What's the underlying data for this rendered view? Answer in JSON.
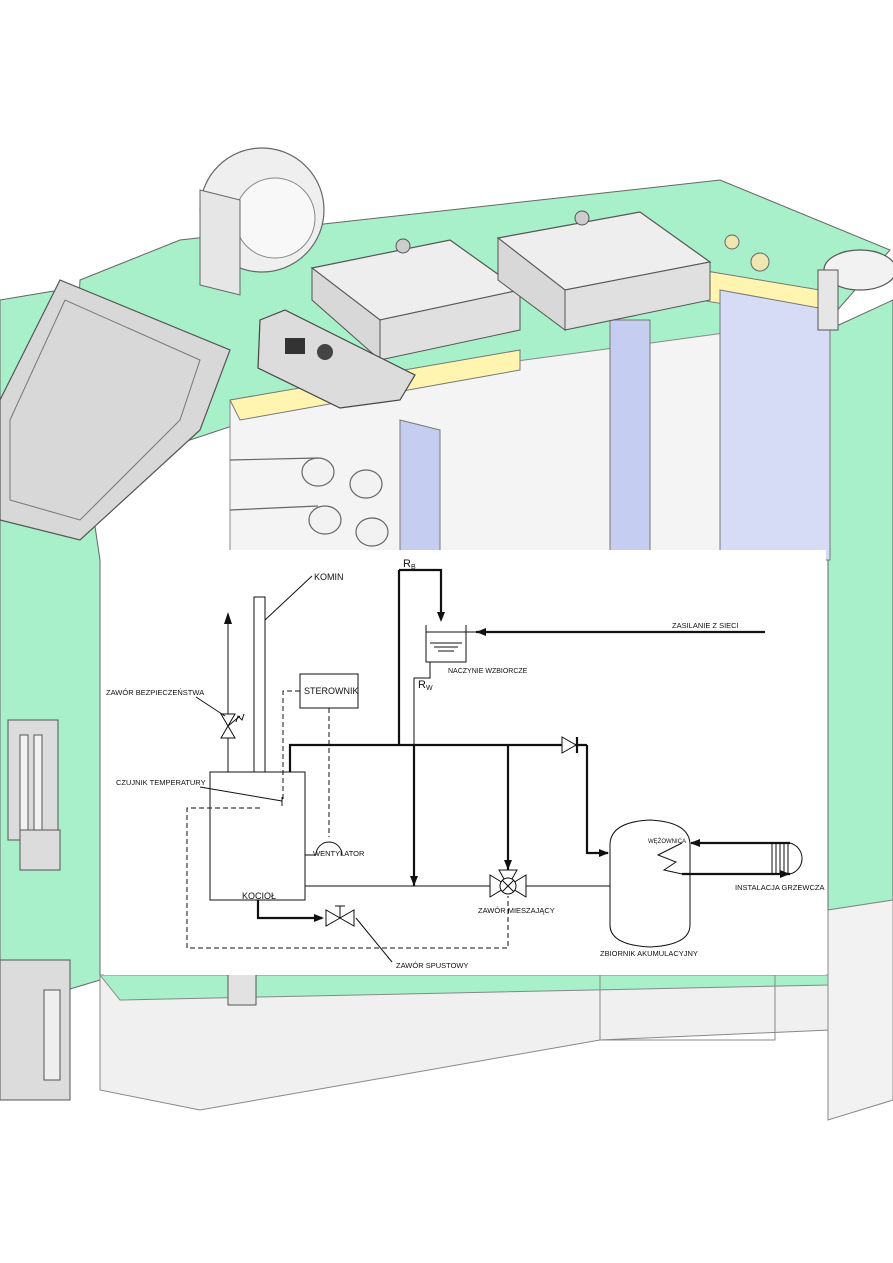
{
  "colors": {
    "panel_green": "#a7f0c9",
    "insulation_yellow": "#fff4b0",
    "insulation_blue": "#c5cdf0",
    "metal_grey": "#e9e9e9",
    "line": "#111111"
  },
  "diagram": {
    "labels": {
      "chimney": "KOMIN",
      "rb": "R",
      "rb_sub": "B",
      "rw": "R",
      "rw_sub": "W",
      "expansion_vessel": "NACZYNIE WZBIORCZE",
      "grid_supply": "ZASILANIE Z SIECI",
      "safety_valve": "ZAWÓR BEZPIECZEŃSTWA",
      "controller": "STEROWNIK",
      "temp_sensor": "CZUJNIK TEMPERATURY",
      "fan": "WENTYLATOR",
      "boiler": "KOCIOŁ",
      "drain_valve": "ZAWÓR SPUSTOWY",
      "mixing_valve": "ZAWÓR MIESZAJĄCY",
      "coil": "WĘŻOWNICA",
      "heating_installation": "INSTALACJA GRZEWCZA",
      "storage_tank": "ZBIORNIK AKUMULACYJNY"
    }
  }
}
